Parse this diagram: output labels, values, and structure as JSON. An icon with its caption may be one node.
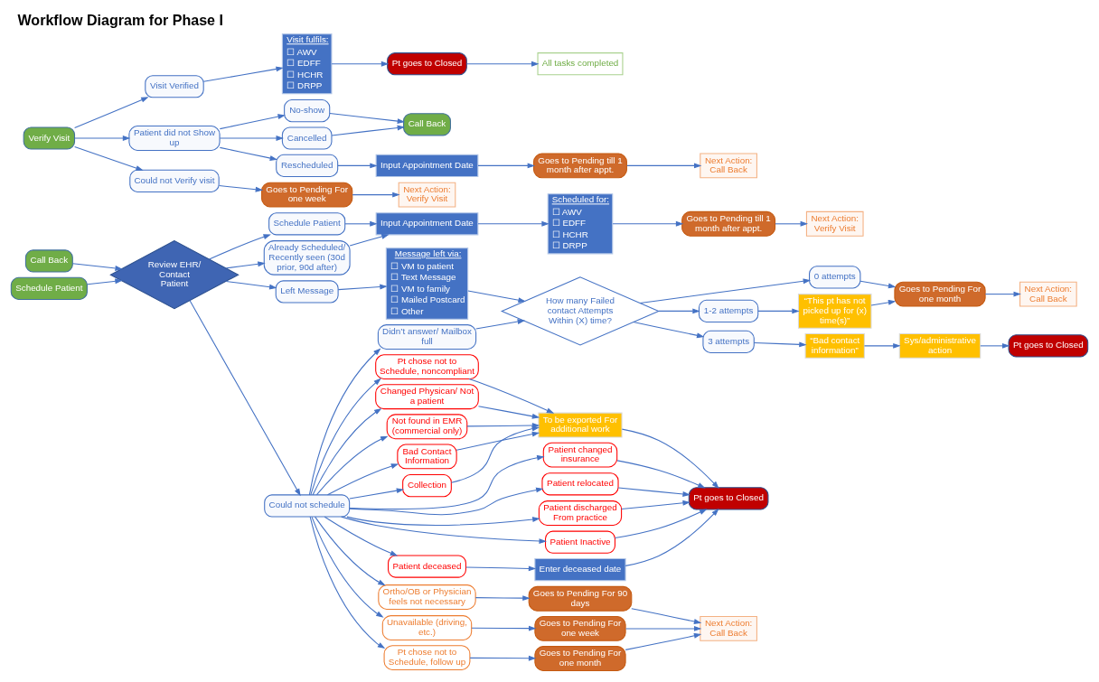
{
  "diagram": {
    "title": "Workflow Diagram for Phase I",
    "nodes": [
      {
        "text": [
          "Call Back"
        ]
      },
      {
        "text": [
          "Schedule Patient"
        ]
      },
      {
        "text": [
          "Review EHR/ Contact Patient"
        ]
      },
      {
        "text": [
          "Schedule Patient"
        ]
      },
      {
        "text": [
          "Already Scheduled/ Recently seen (30d prior, 90d after)"
        ]
      },
      {
        "text": [
          "Left Message"
        ]
      },
      {
        "text": [
          "Message left via:",
          "☐ VM to patient",
          "☐ Text Message",
          "☐ VM to family",
          "☐ Mailed Postcard",
          "☐ Other"
        ]
      },
      {
        "text": [
          "Could not schedule"
        ]
      },
      {
        "text": [
          "Didn’t answer/ Mailbox full"
        ]
      },
      {
        "text": [
          "How many Failed contact Attempts Within (X) time?"
        ]
      },
      {
        "text": [
          "Input Appointment Date"
        ]
      },
      {
        "text": [
          "Scheduled for:",
          "☐ AWV",
          "☐ EDFF",
          "☐ HCHR",
          "☐ DRPP"
        ]
      },
      {
        "text": [
          "Goes to Pending till 1 month after appt."
        ]
      },
      {
        "text": [
          "Next Action: Verify Visit"
        ]
      },
      {
        "text": [
          "0 attempts"
        ]
      },
      {
        "text": [
          "1-2 attempts"
        ]
      },
      {
        "text": [
          "3 attempts"
        ]
      },
      {
        "text": [
          "“This pt has not picked up for (x) time(s)”"
        ]
      },
      {
        "text": [
          "“Bad contact information”"
        ]
      },
      {
        "text": [
          "Goes to Pending For one month"
        ]
      },
      {
        "text": [
          "Next Action: Call Back"
        ]
      },
      {
        "text": [
          "Sys/administrative action"
        ]
      },
      {
        "text": [
          "Pt goes to Closed"
        ]
      },
      {
        "text": [
          "Pt chose not to Schedule, noncompliant"
        ]
      },
      {
        "text": [
          "Changed Physican/ Not a patient"
        ]
      },
      {
        "text": [
          "Not found in EMR (commercial only)"
        ]
      },
      {
        "text": [
          "Bad Contact Information"
        ]
      },
      {
        "text": [
          "Collection"
        ]
      },
      {
        "text": [
          "Patient changed insurance"
        ]
      },
      {
        "text": [
          "Patient relocated"
        ]
      },
      {
        "text": [
          "Patient discharged From practice"
        ]
      },
      {
        "text": [
          "Patient Inactive"
        ]
      },
      {
        "text": [
          "Patient deceased"
        ]
      },
      {
        "text": [
          "To be exported For additional work"
        ]
      },
      {
        "text": [
          "Pt goes to Closed"
        ]
      },
      {
        "text": [
          "Enter deceased date"
        ]
      },
      {
        "text": [
          "Ortho/OB or Physician feels not necessary"
        ]
      },
      {
        "text": [
          "Unavailable (driving, etc.)"
        ]
      },
      {
        "text": [
          "Pt chose not to Schedule, follow up"
        ]
      },
      {
        "text": [
          "Goes to Pending For 90 days"
        ]
      },
      {
        "text": [
          "Goes to Pending For one week"
        ]
      },
      {
        "text": [
          "Goes to Pending For one month"
        ]
      },
      {
        "text": [
          "Next Action: Call Back"
        ]
      },
      {
        "text": [
          "Verify Visit"
        ]
      },
      {
        "text": [
          "Visit Verified"
        ]
      },
      {
        "text": [
          "Visit fulfils:",
          "☐ AWV",
          "☐ EDFF",
          "☐ HCHR",
          "☐ DRPP"
        ]
      },
      {
        "text": [
          "Pt goes to Closed"
        ]
      },
      {
        "text": [
          "All tasks completed"
        ]
      },
      {
        "text": [
          "Patient did not Show up"
        ]
      },
      {
        "text": [
          "No-show"
        ]
      },
      {
        "text": [
          "Cancelled"
        ]
      },
      {
        "text": [
          "Rescheduled"
        ]
      },
      {
        "text": [
          "Call Back"
        ]
      },
      {
        "text": [
          "Input Appointment Date"
        ]
      },
      {
        "text": [
          "Goes to Pending till 1 month after appt."
        ]
      },
      {
        "text": [
          "Next Action: Call Back"
        ]
      },
      {
        "text": [
          "Could not Verify visit"
        ]
      },
      {
        "text": [
          "Goes to Pending For one week"
        ]
      },
      {
        "text": [
          "Next Action: Verify Visit"
        ]
      }
    ],
    "edges": [
      {
        "from": 0,
        "to": 2,
        "arrow": "to"
      },
      {
        "from": 1,
        "to": 2,
        "arrow": "to"
      },
      {
        "from": 2,
        "to": 3,
        "arrow": "to"
      },
      {
        "from": 2,
        "to": 4,
        "arrow": "to"
      },
      {
        "from": 2,
        "to": 5,
        "arrow": "to"
      },
      {
        "from": 2,
        "to": 7,
        "arrow": "to"
      },
      {
        "from": 3,
        "to": 10,
        "arrow": "to"
      },
      {
        "from": 4,
        "to": 10,
        "arrow": "to"
      },
      {
        "from": 10,
        "to": 11,
        "arrow": "to"
      },
      {
        "from": 11,
        "to": 12,
        "arrow": "to"
      },
      {
        "from": 12,
        "to": 13,
        "arrow": "to"
      },
      {
        "from": 5,
        "to": 6,
        "arrow": "to"
      },
      {
        "from": 6,
        "to": 9,
        "arrow": "to"
      },
      {
        "from": 7,
        "to": 8,
        "arrow": "to"
      },
      {
        "from": 8,
        "to": 9,
        "arrow": "to"
      },
      {
        "from": 9,
        "to": 14,
        "arrow": "to"
      },
      {
        "from": 9,
        "to": 15,
        "arrow": "to"
      },
      {
        "from": 9,
        "to": 16,
        "arrow": "to"
      },
      {
        "from": 14,
        "to": 19,
        "arrow": "to"
      },
      {
        "from": 15,
        "to": 17,
        "arrow": "to"
      },
      {
        "from": 17,
        "to": 19,
        "arrow": "to"
      },
      {
        "from": 19,
        "to": 20,
        "arrow": "to"
      },
      {
        "from": 16,
        "to": 18,
        "arrow": "to"
      },
      {
        "from": 18,
        "to": 21,
        "arrow": "to"
      },
      {
        "from": 21,
        "to": 22,
        "arrow": "to"
      },
      {
        "from": 7,
        "to": 23,
        "arrow": "to"
      },
      {
        "from": 7,
        "to": 24,
        "arrow": "to"
      },
      {
        "from": 7,
        "to": 25,
        "arrow": "to"
      },
      {
        "from": 7,
        "to": 26,
        "arrow": "to"
      },
      {
        "from": 7,
        "to": 27,
        "arrow": "to"
      },
      {
        "from": 7,
        "to": 28,
        "arrow": "to"
      },
      {
        "from": 7,
        "to": 29,
        "arrow": "to"
      },
      {
        "from": 7,
        "to": 30,
        "arrow": "to"
      },
      {
        "from": 7,
        "to": 31,
        "arrow": "to"
      },
      {
        "from": 7,
        "to": 32,
        "arrow": "to"
      },
      {
        "from": 7,
        "to": 36,
        "arrow": "to"
      },
      {
        "from": 7,
        "to": 37,
        "arrow": "to"
      },
      {
        "from": 7,
        "to": 38,
        "arrow": "to"
      },
      {
        "from": 23,
        "to": 33,
        "arrow": "to"
      },
      {
        "from": 24,
        "to": 33,
        "arrow": "to"
      },
      {
        "from": 25,
        "to": 33,
        "arrow": "to"
      },
      {
        "from": 26,
        "to": 33,
        "arrow": "to"
      },
      {
        "from": 27,
        "to": 33,
        "arrow": "to"
      },
      {
        "from": 33,
        "to": 34,
        "arrow": "to"
      },
      {
        "from": 28,
        "to": 34,
        "arrow": "to"
      },
      {
        "from": 29,
        "to": 34,
        "arrow": "to"
      },
      {
        "from": 30,
        "to": 34,
        "arrow": "to"
      },
      {
        "from": 31,
        "to": 34,
        "arrow": "to"
      },
      {
        "from": 32,
        "to": 35,
        "arrow": "to"
      },
      {
        "from": 35,
        "to": 34,
        "arrow": "to"
      },
      {
        "from": 36,
        "to": 39,
        "arrow": "to"
      },
      {
        "from": 37,
        "to": 40,
        "arrow": "to"
      },
      {
        "from": 38,
        "to": 41,
        "arrow": "to"
      },
      {
        "from": 39,
        "to": 42,
        "arrow": "to"
      },
      {
        "from": 40,
        "to": 42,
        "arrow": "to"
      },
      {
        "from": 41,
        "to": 42,
        "arrow": "to"
      },
      {
        "from": 43,
        "to": 44,
        "arrow": "to"
      },
      {
        "from": 43,
        "to": 48,
        "arrow": "to"
      },
      {
        "from": 43,
        "to": 56,
        "arrow": "to"
      },
      {
        "from": 44,
        "to": 45,
        "arrow": "to"
      },
      {
        "from": 45,
        "to": 46,
        "arrow": "to"
      },
      {
        "from": 46,
        "to": 47,
        "arrow": "to"
      },
      {
        "from": 48,
        "to": 49,
        "arrow": "to"
      },
      {
        "from": 48,
        "to": 50,
        "arrow": "to"
      },
      {
        "from": 48,
        "to": 51,
        "arrow": "to"
      },
      {
        "from": 49,
        "to": 52,
        "arrow": "to"
      },
      {
        "from": 50,
        "to": 52,
        "arrow": "to"
      },
      {
        "from": 51,
        "to": 53,
        "arrow": "to"
      },
      {
        "from": 53,
        "to": 54,
        "arrow": "to"
      },
      {
        "from": 54,
        "to": 55,
        "arrow": "to"
      },
      {
        "from": 56,
        "to": 57,
        "arrow": "to"
      },
      {
        "from": 57,
        "to": 58,
        "arrow": "to"
      }
    ]
  }
}
